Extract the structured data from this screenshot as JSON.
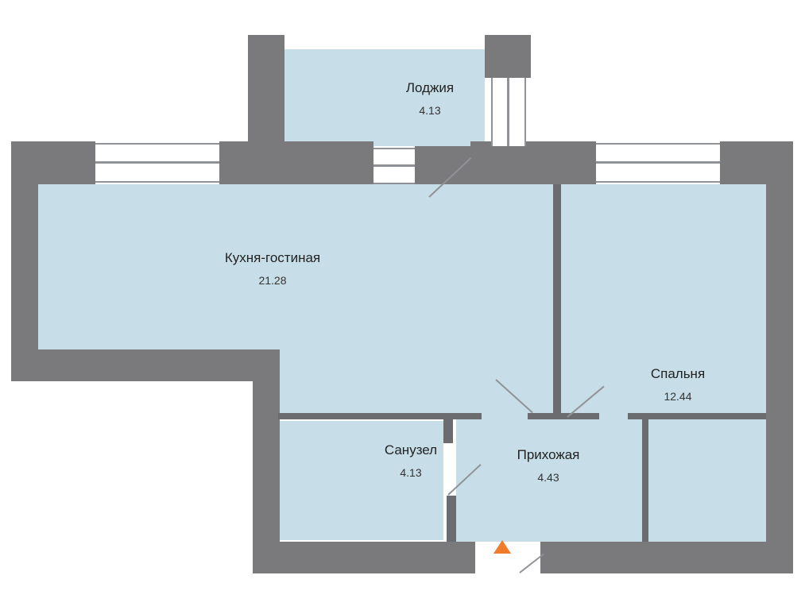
{
  "colors": {
    "wall": "#7a7a7d",
    "floor": "#c7dde8",
    "entrance_marker": "#f07b2a"
  },
  "rooms": {
    "kitchen_living": {
      "name": "Кухня-гостиная",
      "area": "21.28"
    },
    "loggia": {
      "name": "Лоджия",
      "area": "4.13"
    },
    "bedroom": {
      "name": "Спальня",
      "area": "12.44"
    },
    "bathroom": {
      "name": "Санузел",
      "area": "4.13"
    },
    "hallway": {
      "name": "Прихожая",
      "area": "4.43"
    }
  },
  "entrance_marker_icon": "triangle-up-icon"
}
